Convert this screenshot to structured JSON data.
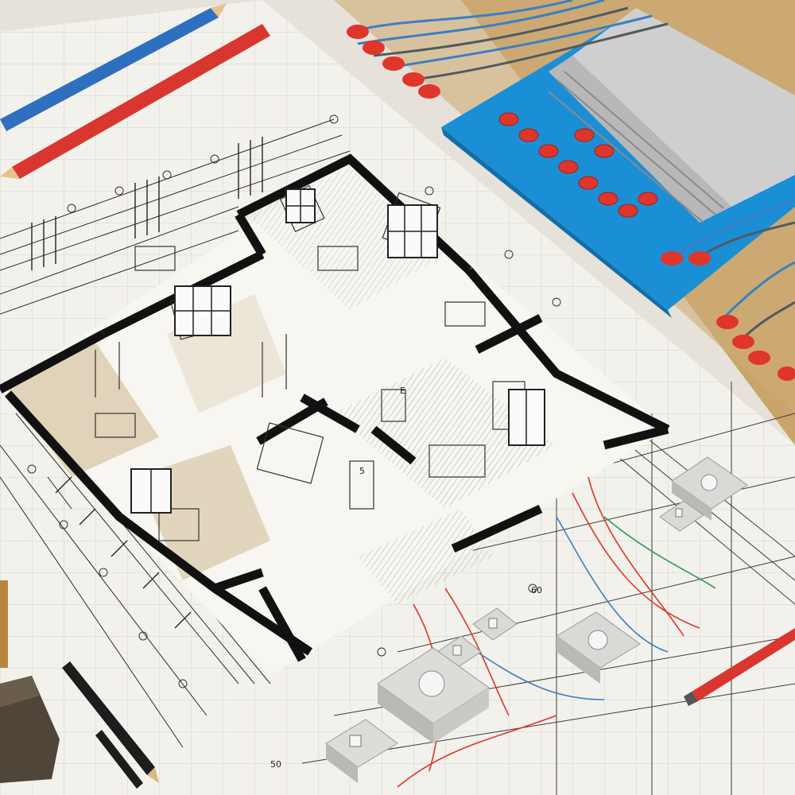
{
  "scene": {
    "colors": {
      "paper": "#f3f1eb",
      "wall": "#111111",
      "ink": "#2b2b2b",
      "table_wood": "#c9a46b",
      "board_blue": "#1a8fd6",
      "wire_red": "#e0352b",
      "wire_blue": "#3a7fc4",
      "outlet": "#d9d9d6",
      "pencil_blue": "#2f6fbf",
      "pencil_red": "#d9362f"
    },
    "icons": [
      "pencil-icon",
      "outlet-icon",
      "switch-icon",
      "terminal-block-icon"
    ]
  },
  "labels": {
    "dim_left": "50",
    "dim_right": "60",
    "room_mark": "5",
    "mark_e": "E"
  }
}
